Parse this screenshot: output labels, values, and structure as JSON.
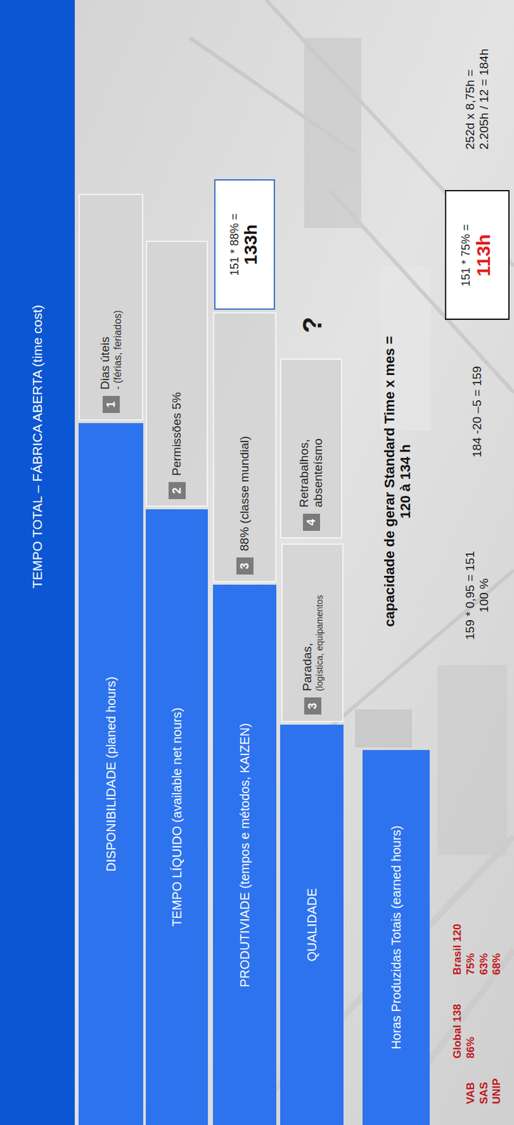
{
  "diagram": {
    "nodes": [
      {
        "text": [
          "TEMPO TOTAL – FÁBRICA ABERTA (time cost)"
        ]
      },
      {
        "text": [
          "DISPONIBILIDADE (planed hours)"
        ]
      },
      {
        "text": [
          "Dias úteis",
          "- (férias, feriados)"
        ]
      },
      {
        "text": [
          "1"
        ],
        "in": 2
      },
      {
        "text": [
          "TEMPO LÍQUIDO (available net nours)"
        ]
      },
      {
        "text": [
          "Permissões 5%"
        ]
      },
      {
        "text": [
          "2"
        ],
        "in": 5
      },
      {
        "text": [
          "PRODUTIVIADE (tempos e métodos, KAIZEN)"
        ]
      },
      {
        "text": [
          "88% (classe mundial)"
        ]
      },
      {
        "text": [
          "3"
        ],
        "in": 8
      },
      {
        "text": [
          "151 * 88% =",
          "133h"
        ]
      },
      {
        "text": [
          "151 * 75% =",
          "113h"
        ]
      },
      {
        "text": [
          "QUALIDADE"
        ]
      },
      {
        "text": [
          "Paradas,",
          "(logística, equipamentos"
        ]
      },
      {
        "text": [
          "3"
        ],
        "in": 13
      },
      {
        "text": [
          "Retrabalhos, absenteísmo"
        ]
      },
      {
        "text": [
          "4"
        ],
        "in": 15
      },
      {
        "text": [
          "Horas Produzidas Totais (earned hours)"
        ]
      }
    ],
    "labels": [
      "252d x 8,75h = 2.205h / 12 = 184h",
      "184 -20 –5 = 159",
      "159 * 0,95 = 151",
      "100 %",
      "?",
      "capacidade de gerar Standard Time x mes =",
      "120 à 134 h",
      "Global 138",
      "Brasil 120",
      "VAB",
      "86%",
      "75%",
      "SAS",
      "63%",
      "UNIP",
      "68%"
    ]
  }
}
